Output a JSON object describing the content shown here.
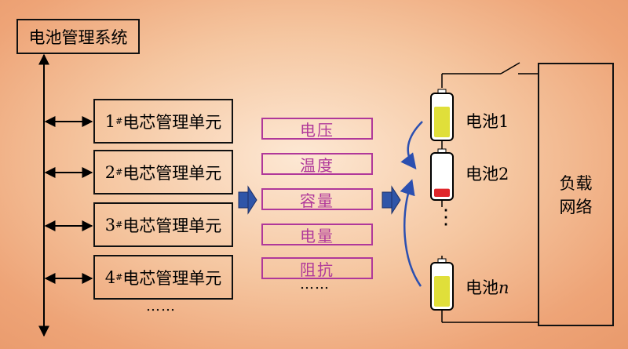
{
  "system_title": "电池管理系统",
  "units": [
    {
      "num": "1",
      "mark": "#",
      "text": "电芯管理单元"
    },
    {
      "num": "2",
      "mark": "#",
      "text": "电芯管理单元"
    },
    {
      "num": "3",
      "mark": "#",
      "text": "电芯管理单元"
    },
    {
      "num": "4",
      "mark": "#",
      "text": "电芯管理单元"
    }
  ],
  "units_ellipsis": "……",
  "params": [
    "电压",
    "温度",
    "容量",
    "电量",
    "阻抗"
  ],
  "params_ellipsis": "……",
  "batteries": [
    {
      "label": "电池1",
      "level": 0.75,
      "fill": "#e0df3a"
    },
    {
      "label": "电池2",
      "level": 0.2,
      "fill": "#e0262b"
    },
    {
      "label_main": "电池",
      "label_italic": "n",
      "level": 0.75,
      "fill": "#e0df3a"
    }
  ],
  "battery_gap": "⋮",
  "load_line1": "负载",
  "load_line2": "网络",
  "colors": {
    "param_border": "#b0389a",
    "flow_arrow": "#2b4fb0",
    "big_arrow": "#2f55a8"
  }
}
